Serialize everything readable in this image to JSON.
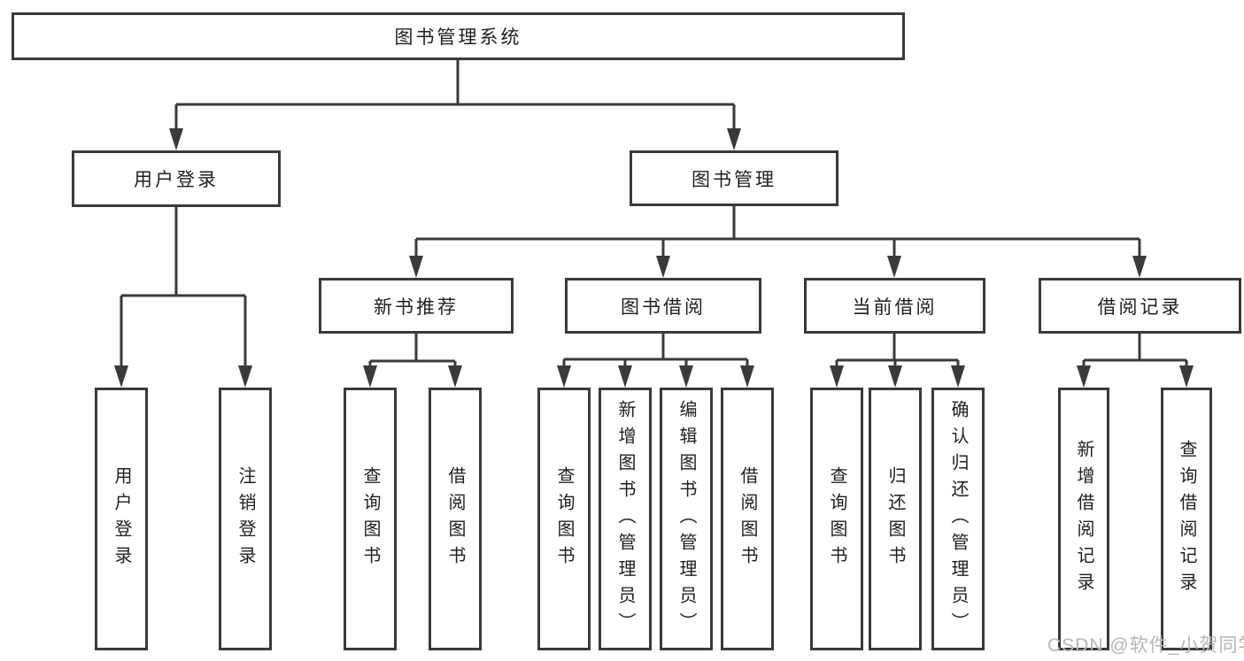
{
  "diagram": {
    "root": {
      "label": "图书管理系统"
    },
    "branches": [
      {
        "label": "用户登录",
        "children": [
          {
            "label": "用户登录"
          },
          {
            "label": "注销登录"
          }
        ]
      },
      {
        "label": "图书管理",
        "children": [
          {
            "label": "新书推荐",
            "children": [
              {
                "label": "查询图书"
              },
              {
                "label": "借阅图书"
              }
            ]
          },
          {
            "label": "图书借阅",
            "children": [
              {
                "label": "查询图书"
              },
              {
                "label": "新增图书（管理员）"
              },
              {
                "label": "编辑图书（管理员）"
              },
              {
                "label": "借阅图书"
              }
            ]
          },
          {
            "label": "当前借阅",
            "children": [
              {
                "label": "查询图书"
              },
              {
                "label": "归还图书"
              },
              {
                "label": "确认归还（管理员）"
              }
            ]
          },
          {
            "label": "借阅记录",
            "children": [
              {
                "label": "新增借阅记录"
              },
              {
                "label": "查询借阅记录"
              }
            ]
          }
        ]
      }
    ]
  },
  "watermark": {
    "text": "CSDN @软件_小贺同学"
  },
  "colors": {
    "line": "#3a3a3a",
    "border": "#3a3a3a",
    "text": "#1f1f1f",
    "background": "#ffffff",
    "watermark": "#b6b6b6"
  }
}
